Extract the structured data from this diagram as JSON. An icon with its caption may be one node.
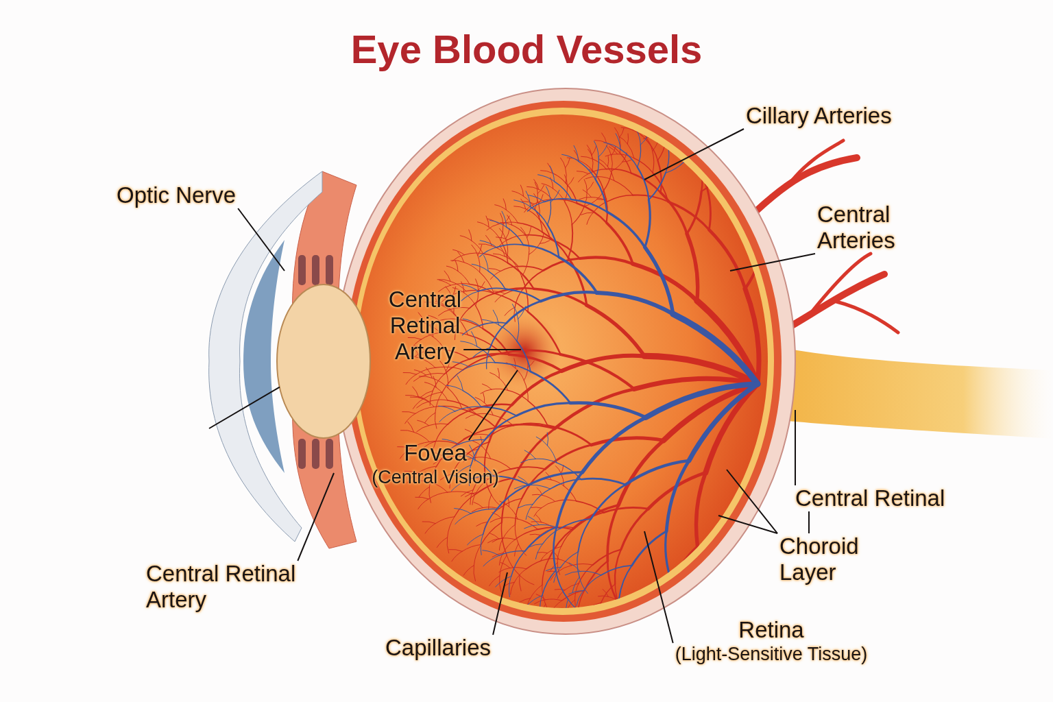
{
  "diagram": {
    "title": "Eye Blood Vessels",
    "nodes": [
      {
        "text": [
          "Optic Nerve"
        ]
      },
      {
        "text": [
          "Cillary Arteries"
        ]
      },
      {
        "text": [
          "Central Arteries"
        ]
      },
      {
        "text": [
          "Central Retinal Artery"
        ]
      },
      {
        "text": [
          "Fovea",
          "(Central Vision)"
        ]
      },
      {
        "text": [
          "Central Retinal"
        ]
      },
      {
        "text": [
          "Choroid Layer"
        ]
      },
      {
        "text": [
          "Central Retinal Artery"
        ]
      },
      {
        "text": [
          "Capillaries"
        ]
      },
      {
        "text": [
          "Retina",
          "(Light-Sensitive Tissue)"
        ]
      },
      {
        "text": [],
        "shape": "ellipse"
      }
    ],
    "edges": [
      {
        "from": 0,
        "to": null,
        "arrow": "none"
      },
      {
        "from": 1,
        "to": null,
        "arrow": "none"
      },
      {
        "from": 2,
        "to": null,
        "arrow": "none"
      },
      {
        "from": 3,
        "to": null,
        "arrow": "none"
      },
      {
        "from": 4,
        "to": null,
        "arrow": "none"
      },
      {
        "from": 5,
        "to": null,
        "arrow": "none"
      },
      {
        "from": 6,
        "to": null,
        "arrow": "none"
      },
      {
        "from": 6,
        "to": null,
        "arrow": "none"
      },
      {
        "from": 7,
        "to": null,
        "arrow": "none"
      },
      {
        "from": 8,
        "to": null,
        "arrow": "none"
      },
      {
        "from": 9,
        "to": null,
        "arrow": "none"
      },
      {
        "from": null,
        "to": 10,
        "arrow": "none"
      },
      {
        "from": 5,
        "to": 6,
        "arrow": "none"
      }
    ]
  }
}
